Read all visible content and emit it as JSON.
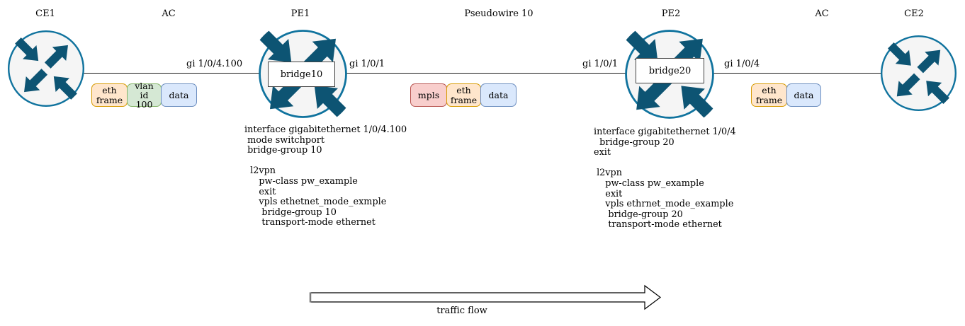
{
  "labels": {
    "ce1": "CE1",
    "ac_left": "AC",
    "pe1": "PE1",
    "pseudowire": "Pseudowire 10",
    "pe2": "PE2",
    "ac_right": "AC",
    "ce2": "CE2",
    "gi_ce1_pe1": "gi 1/0/4.100",
    "gi_pe1_right": "gi 1/0/1",
    "gi_pe2_left": "gi 1/0/1",
    "gi_pe2_right": "gi 1/0/4",
    "bridge_pe1": "bridge10",
    "bridge_pe2": "bridge20",
    "traffic_flow": "traffic flow"
  },
  "frames": {
    "ac_left": [
      {
        "text": "eth\nframe",
        "fill": "#ffe6cc",
        "border": "#d79b00"
      },
      {
        "text": "vlan id\n100",
        "fill": "#d5e8d4",
        "border": "#82b366"
      },
      {
        "text": "data",
        "fill": "#dae8fc",
        "border": "#6c8ebf"
      }
    ],
    "pseudowire": [
      {
        "text": "mpls",
        "fill": "#f8cecc",
        "border": "#b85450"
      },
      {
        "text": "eth\nframe",
        "fill": "#ffe6cc",
        "border": "#d79b00"
      },
      {
        "text": "data",
        "fill": "#dae8fc",
        "border": "#6c8ebf"
      }
    ],
    "ac_right": [
      {
        "text": "eth\nframe",
        "fill": "#ffe6cc",
        "border": "#d79b00"
      },
      {
        "text": "data",
        "fill": "#dae8fc",
        "border": "#6c8ebf"
      }
    ]
  },
  "configs": {
    "pe1": [
      "interface gigabitethernet 1/0/4.100",
      " mode switchport",
      " bridge-group 10",
      "",
      "  l2vpn",
      "     pw-class pw_example",
      "     exit",
      "     vpls ethetnet_mode_exmple",
      "      bridge-group 10",
      "      transport-mode ethernet"
    ],
    "pe2": [
      "interface gigabitethernet 1/0/4",
      "  bridge-group 20",
      "exit",
      "",
      " l2vpn",
      "    pw-class pw_example",
      "    exit",
      "    vpls ethrnet_mode_example",
      "     bridge-group 20",
      "     transport-mode ethernet"
    ]
  },
  "colors": {
    "router_circle_fill": "#f5f5f5",
    "router_circle_stroke": "#10739e",
    "router_arrow": "#0d5473",
    "link_line": "#1a1a1a",
    "bridge_border": "#424242",
    "traffic_arrow_outline": "#000000"
  }
}
